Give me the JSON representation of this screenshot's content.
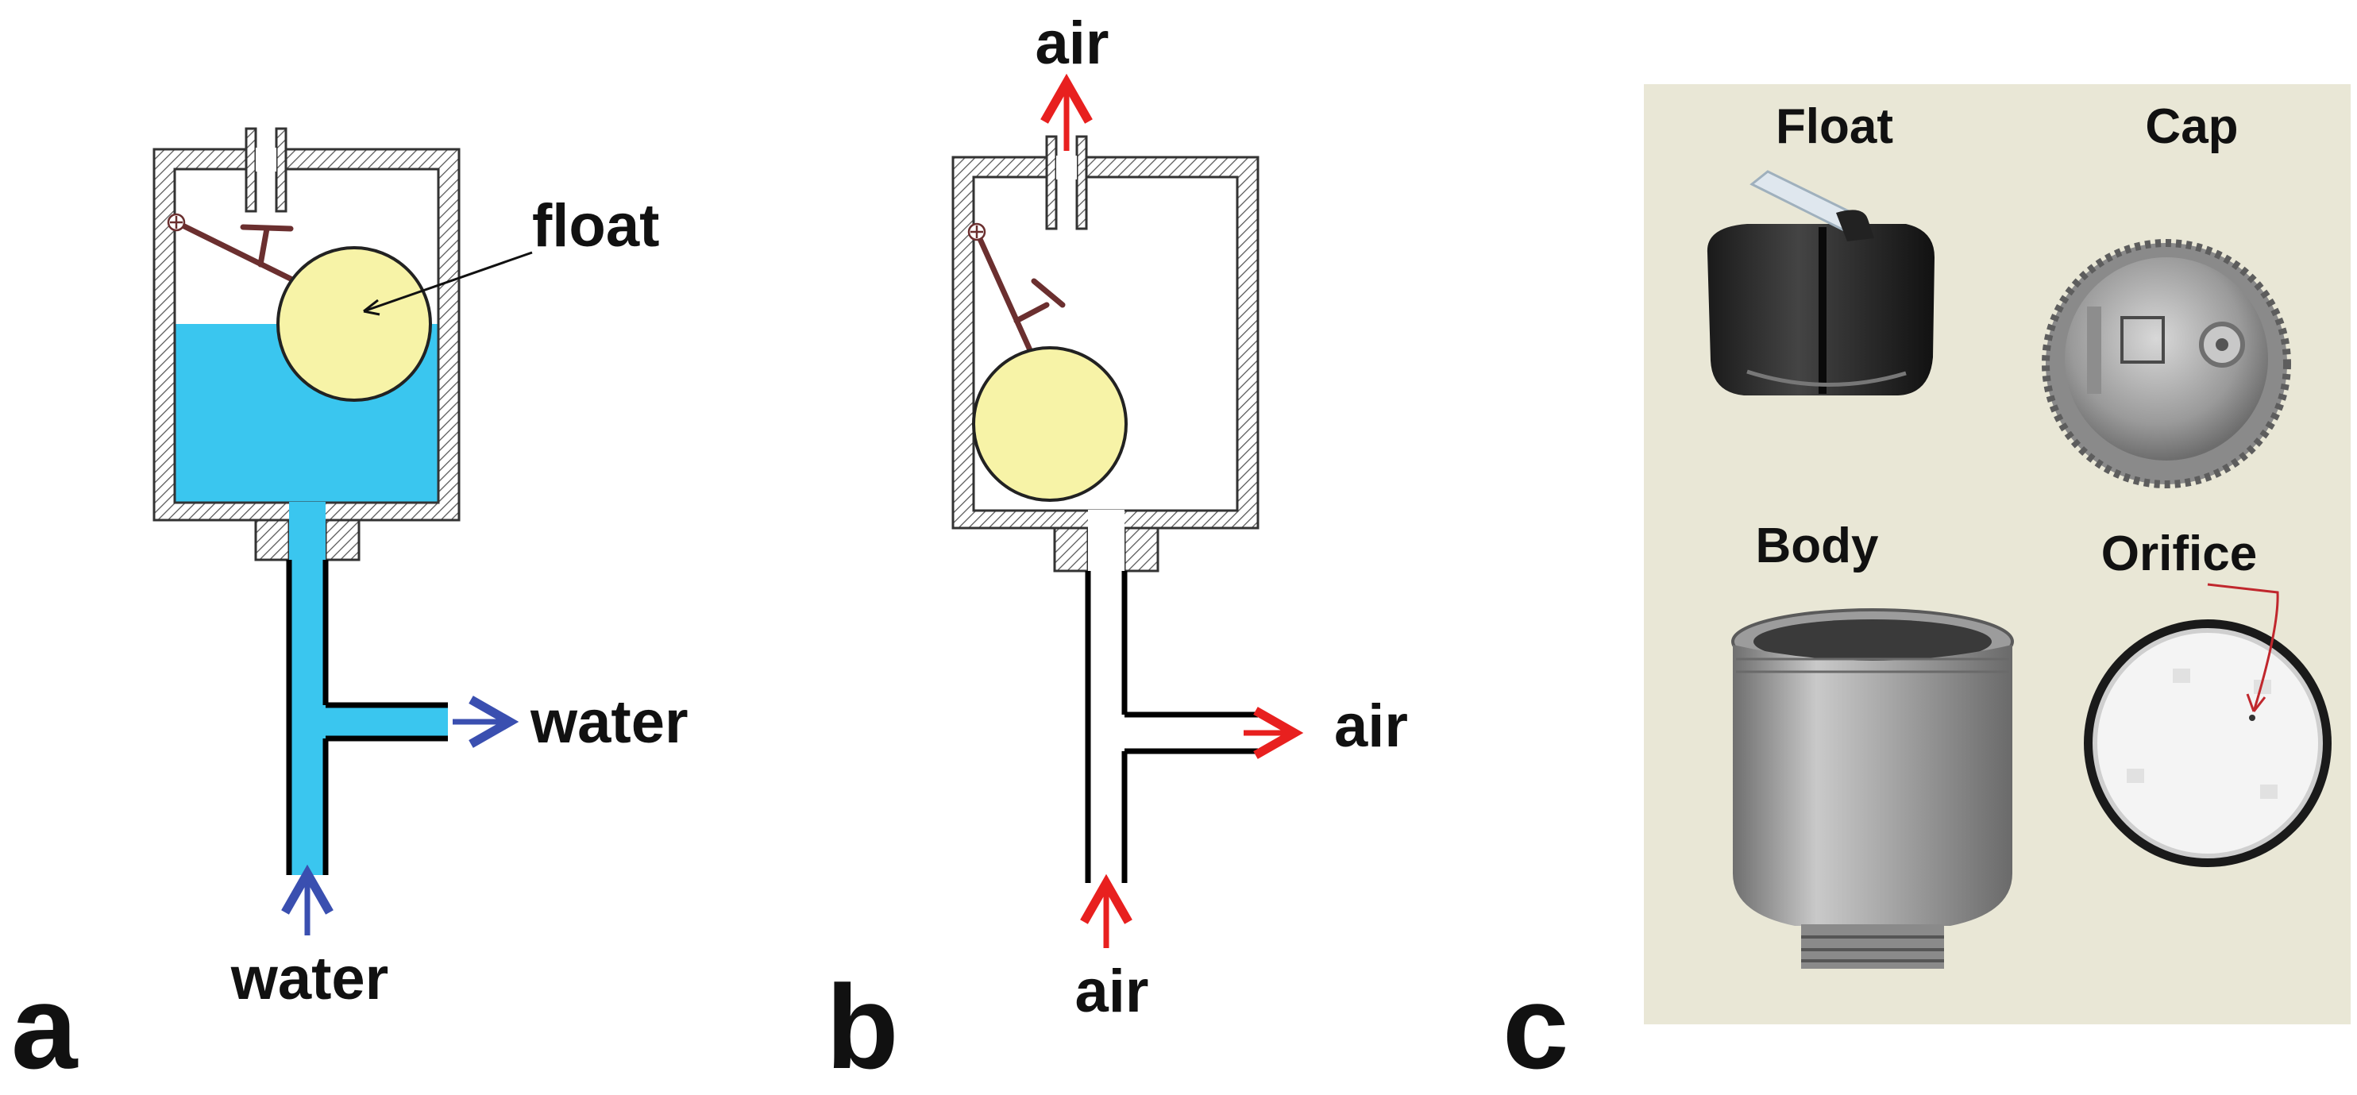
{
  "panels": {
    "a": {
      "letter": "a",
      "float_label": "float",
      "outlet_label": "water",
      "inlet_label": "water"
    },
    "b": {
      "letter": "b",
      "top_label": "air",
      "outlet_label": "air",
      "inlet_label": "air"
    },
    "c": {
      "letter": "c",
      "photo_labels": {
        "float": "Float",
        "cap": "Cap",
        "body": "Body",
        "orifice": "Orifice"
      }
    }
  },
  "colors": {
    "water": "#3ac6ef",
    "float_fill": "#f7f3a7",
    "lever": "#6b2f2f",
    "water_arrow": "#3a4fb0",
    "air_arrow": "#e8201f",
    "photo_background": "#e9e7d6"
  }
}
